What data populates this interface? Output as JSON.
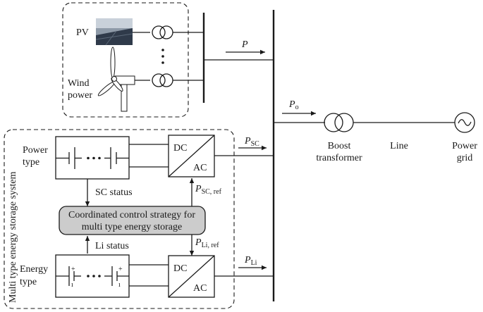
{
  "generation": {
    "pv_label": "PV",
    "wind_label_line1": "Wind",
    "wind_label_line2": "power",
    "p_label": "P"
  },
  "storage": {
    "system_label": "Multi type energy storage system",
    "power_type_line1": "Power",
    "power_type_line2": "type",
    "energy_type_line1": "Energy",
    "energy_type_line2": "type",
    "dc_label": "DC",
    "ac_label": "AC",
    "sc_status": "SC status",
    "li_status": "Li status",
    "control_line1": "Coordinated control strategy for",
    "control_line2": "multi type energy storage",
    "psc_main": "P",
    "psc_sub": "SC",
    "psc_ref_main": "P",
    "psc_ref_sub": "SC, ref",
    "pli_main": "P",
    "pli_sub": "Li",
    "pli_ref_main": "P",
    "pli_ref_sub": "Li, ref"
  },
  "grid": {
    "po_main": "P",
    "po_sub": "o",
    "transformer_line1": "Boost",
    "transformer_line2": "transformer",
    "line_label": "Line",
    "grid_line1": "Power",
    "grid_line2": "grid"
  }
}
